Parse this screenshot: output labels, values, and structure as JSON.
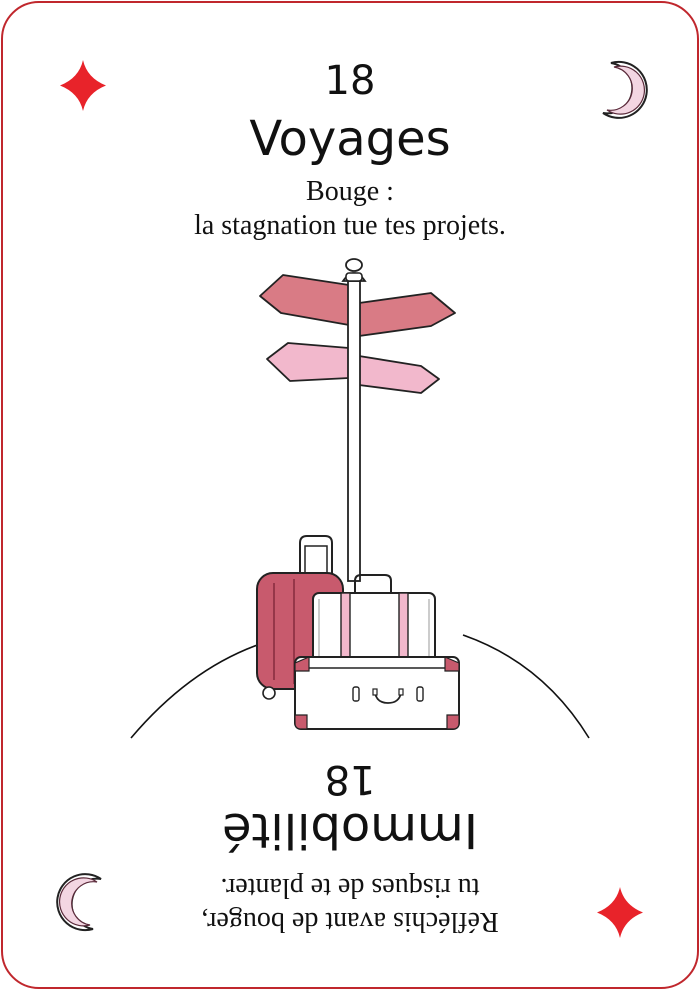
{
  "top": {
    "number": "18",
    "title": "Voyages",
    "message_line1": "Bouge :",
    "message_line2": "la stagnation tue tes projets."
  },
  "bottom": {
    "number": "18",
    "title": "Immobilité",
    "message_line1": "Réfléchis avant de bouger,",
    "message_line2": "tu risques de te planter."
  },
  "colors": {
    "border": "#c0272d",
    "diamond": "#e8232a",
    "sign_dark": "#d97b85",
    "sign_light": "#f2b8cc",
    "suitcase": "#c85a6d"
  },
  "icons": {
    "top_left": "diamond-icon",
    "top_right": "crescent-moon-icon",
    "bottom_left": "crescent-moon-icon",
    "bottom_right": "diamond-icon",
    "illustration": "signpost-with-luggage"
  }
}
